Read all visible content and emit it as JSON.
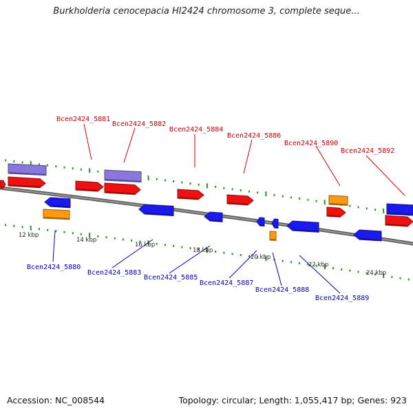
{
  "title": "Burkholderia cenocepacia HI2424 chromosome 3, complete seque...",
  "footer": {
    "accession": "Accession: NC_008544",
    "summary": "Topology: circular; Length: 1,055,417 bp; Genes: 923"
  },
  "colors": {
    "forward_cds": "#ee1111",
    "reverse_cds": "#1a1aee",
    "rna": "#ff9911",
    "other": "#8877dd",
    "backbone": "#808080",
    "ticks": "#229922",
    "label_top": "#cc0000",
    "label_bottom": "#0000bb"
  },
  "scale_labels": [
    "12 kbp",
    "14 kbp",
    "16 kbp",
    "18 kbp",
    "20 kbp",
    "22 kbp",
    "24 kbp"
  ],
  "gene_labels_top": [
    "Bcen2424_5881",
    "Bcen2424_5882",
    "Bcen2424_5884",
    "Bcen2424_5886",
    "Bcen2424_5890",
    "Bcen2424_5892"
  ],
  "gene_labels_bottom": [
    "Bcen2424_5880",
    "Bcen2424_5883",
    "Bcen2424_5885",
    "Bcen2424_5887",
    "Bcen2424_5888",
    "Bcen2424_5889"
  ]
}
